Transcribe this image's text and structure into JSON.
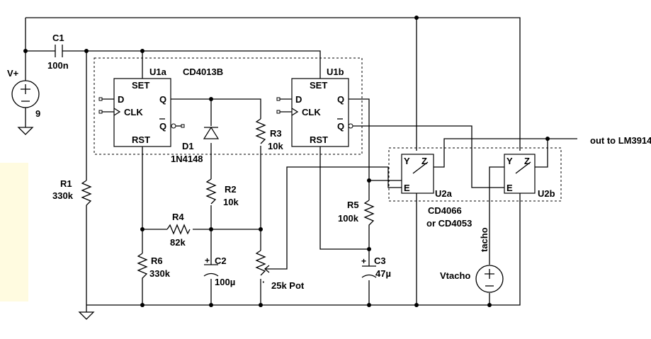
{
  "labels": {
    "vplus": "V+",
    "v9": "9",
    "c1": "C1",
    "c1_val": "100n",
    "u1a": "U1a",
    "chip1": "CD4013B",
    "u1b": "U1b",
    "set": "SET",
    "rst": "RST",
    "d": "D",
    "clk": "CLK",
    "q": "Q",
    "qbar": "Q",
    "d1": "D1",
    "d1_val": "1N4148",
    "r1": "R1",
    "r1_val": "330k",
    "r2": "R2",
    "r2_val": "10k",
    "r3": "R3",
    "r3_val": "10k",
    "r4": "R4",
    "r4_val": "82k",
    "r5": "R5",
    "r5_val": "100k",
    "r6": "R6",
    "r6_val": "330k",
    "c2": "C2",
    "c2_val": "100µ",
    "c3": "C3",
    "c3_val": "47µ",
    "pot": "25k Pot",
    "pot_dot": "·",
    "u2a": "U2a",
    "u2b": "U2b",
    "chip2a": "CD4066",
    "chip2b": "or CD4053",
    "sw_y": "Y",
    "sw_z": "Z",
    "sw_e": "E",
    "out": "out  to LM3914",
    "tacho": "tacho",
    "vtacho": "Vtacho",
    "plus": "+",
    "minus": "−"
  }
}
